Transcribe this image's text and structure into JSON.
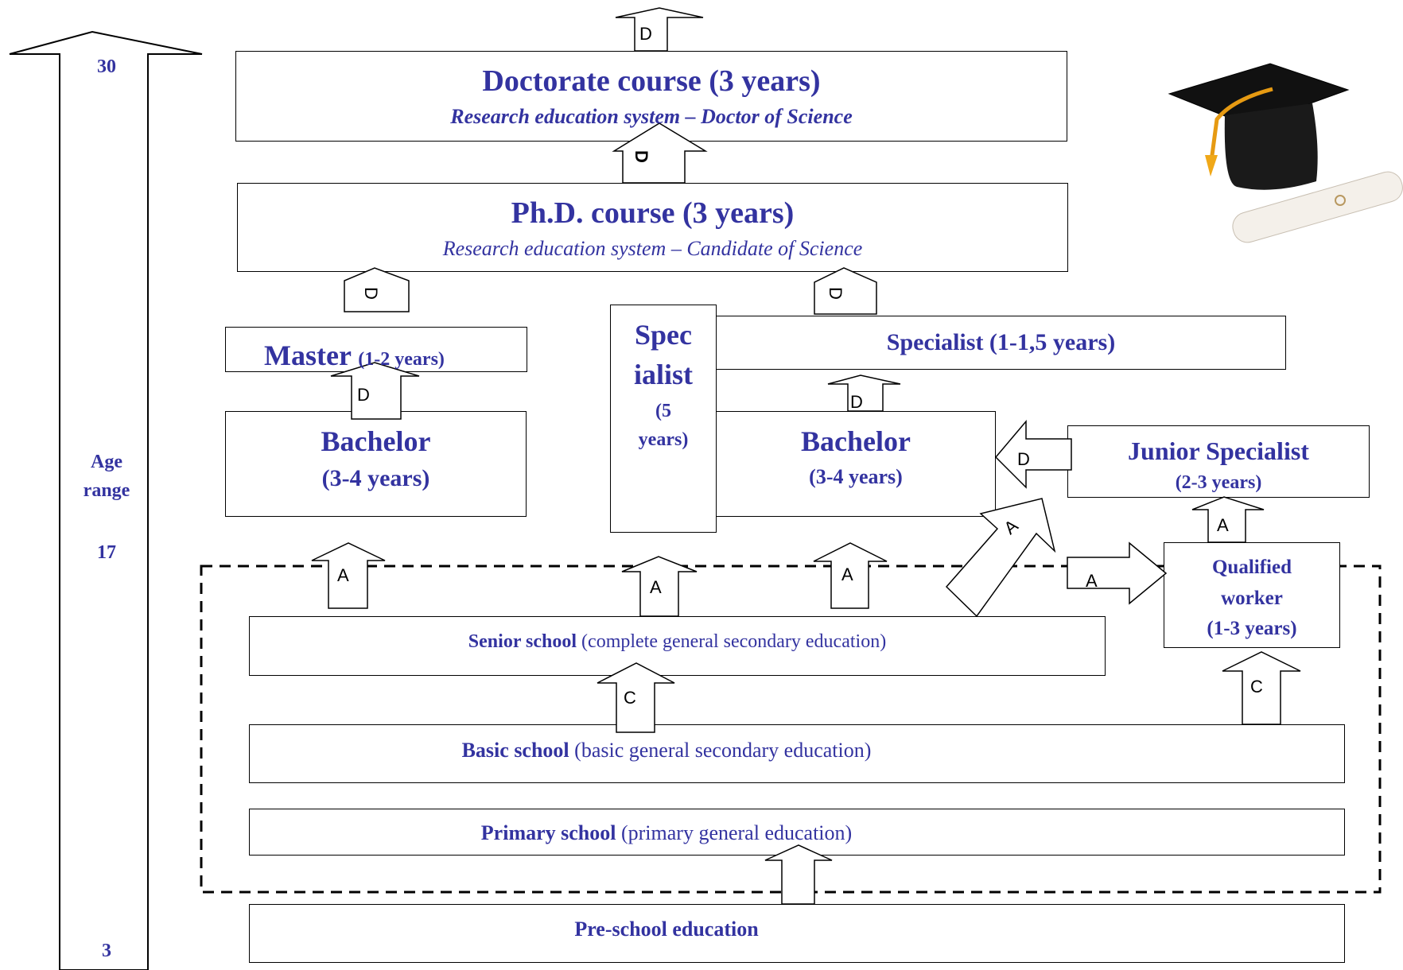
{
  "age_axis": {
    "top": "30",
    "label_line1": "Age",
    "label_line2": "range",
    "middle": "17",
    "bottom": "3"
  },
  "doctorate": {
    "title": "Doctorate course (3 years)",
    "subtitle": "Research education system – Doctor of Science"
  },
  "phd": {
    "title": "Ph.D. course (3 years)",
    "subtitle": "Research education system – Candidate of Science"
  },
  "master": {
    "title": "Master",
    "duration": "(1-2 years)"
  },
  "bachelor_left": {
    "title": "Bachelor",
    "duration": "(3-4 years)"
  },
  "specialist_vertical": {
    "line1": "Spec",
    "line2": "ialist",
    "line3": "(5",
    "line4": "years)"
  },
  "specialist_short": {
    "title": "Specialist (1-1,5 years)"
  },
  "bachelor_right": {
    "title": "Bachelor",
    "duration": "(3-4 years)"
  },
  "junior_specialist": {
    "title": "Junior Specialist",
    "duration": "(2-3 years)"
  },
  "qualified_worker": {
    "line1": "Qualified",
    "line2": "worker",
    "line3": "(1-3 years)"
  },
  "senior_school": {
    "name": "Senior school",
    "desc": " (complete general secondary education)"
  },
  "basic_school": {
    "name": "Basic school",
    "desc": " (basic general secondary education)"
  },
  "primary_school": {
    "name": "Primary school",
    "desc": "  (primary general education)"
  },
  "preschool": {
    "name": "Pre-school education"
  },
  "arrow_labels": {
    "a": "A",
    "c": "C",
    "d": "D"
  },
  "colors": {
    "text": "#3333a0",
    "stroke": "#000000"
  }
}
